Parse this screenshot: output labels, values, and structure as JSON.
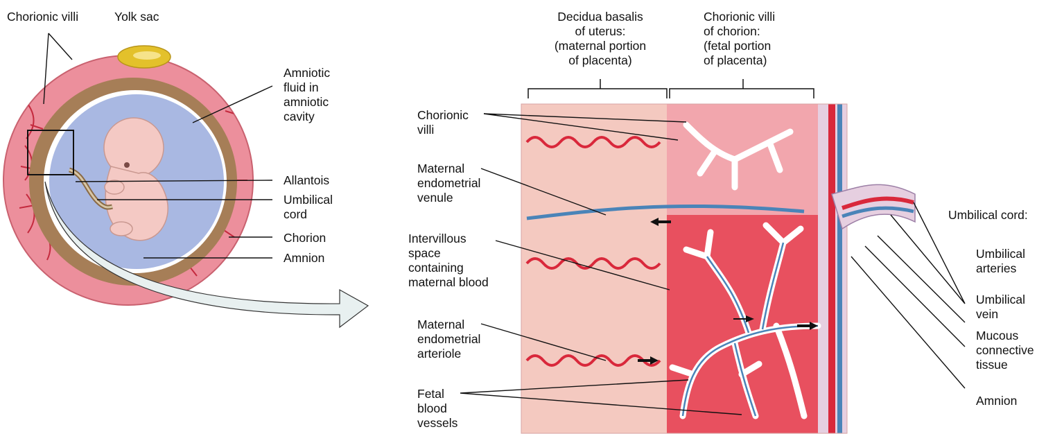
{
  "embryo_labels": {
    "chorionic_villi": "Chorionic villi",
    "yolk_sac": "Yolk sac",
    "amniotic_fluid": "Amniotic\nfluid in\namniotic\ncavity",
    "allantois": "Allantois",
    "umbilical_cord": "Umbilical\ncord",
    "chorion": "Chorion",
    "amnion": "Amnion"
  },
  "placenta_labels": {
    "decidua_basalis": "Decidua basalis\nof uterus:\n(maternal portion\nof placenta)",
    "chorionic_villi_fetal": "Chorionic villi\nof chorion:\n(fetal portion\nof placenta)",
    "chorionic_villi": "Chorionic\nvilli",
    "maternal_venule": "Maternal\nendometrial\nvenule",
    "intervillous_space": "Intervillous\nspace\ncontaining\nmaternal blood",
    "maternal_arteriole": "Maternal\nendometrial\narteriole",
    "fetal_blood_vessels": "Fetal\nblood\nvessels"
  },
  "cord_labels": {
    "umbilical_cord_heading": "Umbilical cord:",
    "umbilical_arteries": "Umbilical\narteries",
    "umbilical_vein": "Umbilical\nvein",
    "mucous_connective_tissue": "Mucous\nconnective\ntissue",
    "amnion": "Amnion"
  },
  "colors": {
    "uterine_wall": "#ec8f9c",
    "chorion_layer": "#a67e57",
    "amniotic_fluid": "#a9b8e2",
    "yolk_sac": "#e3c12b",
    "embryo": "#f4c9c4",
    "maternal_tissue": "#f4c9c0",
    "villus_tissue": "#e8505f",
    "artery": "#d9283b",
    "vein": "#4a84b8",
    "arrow_band": "#e8f0f0"
  }
}
